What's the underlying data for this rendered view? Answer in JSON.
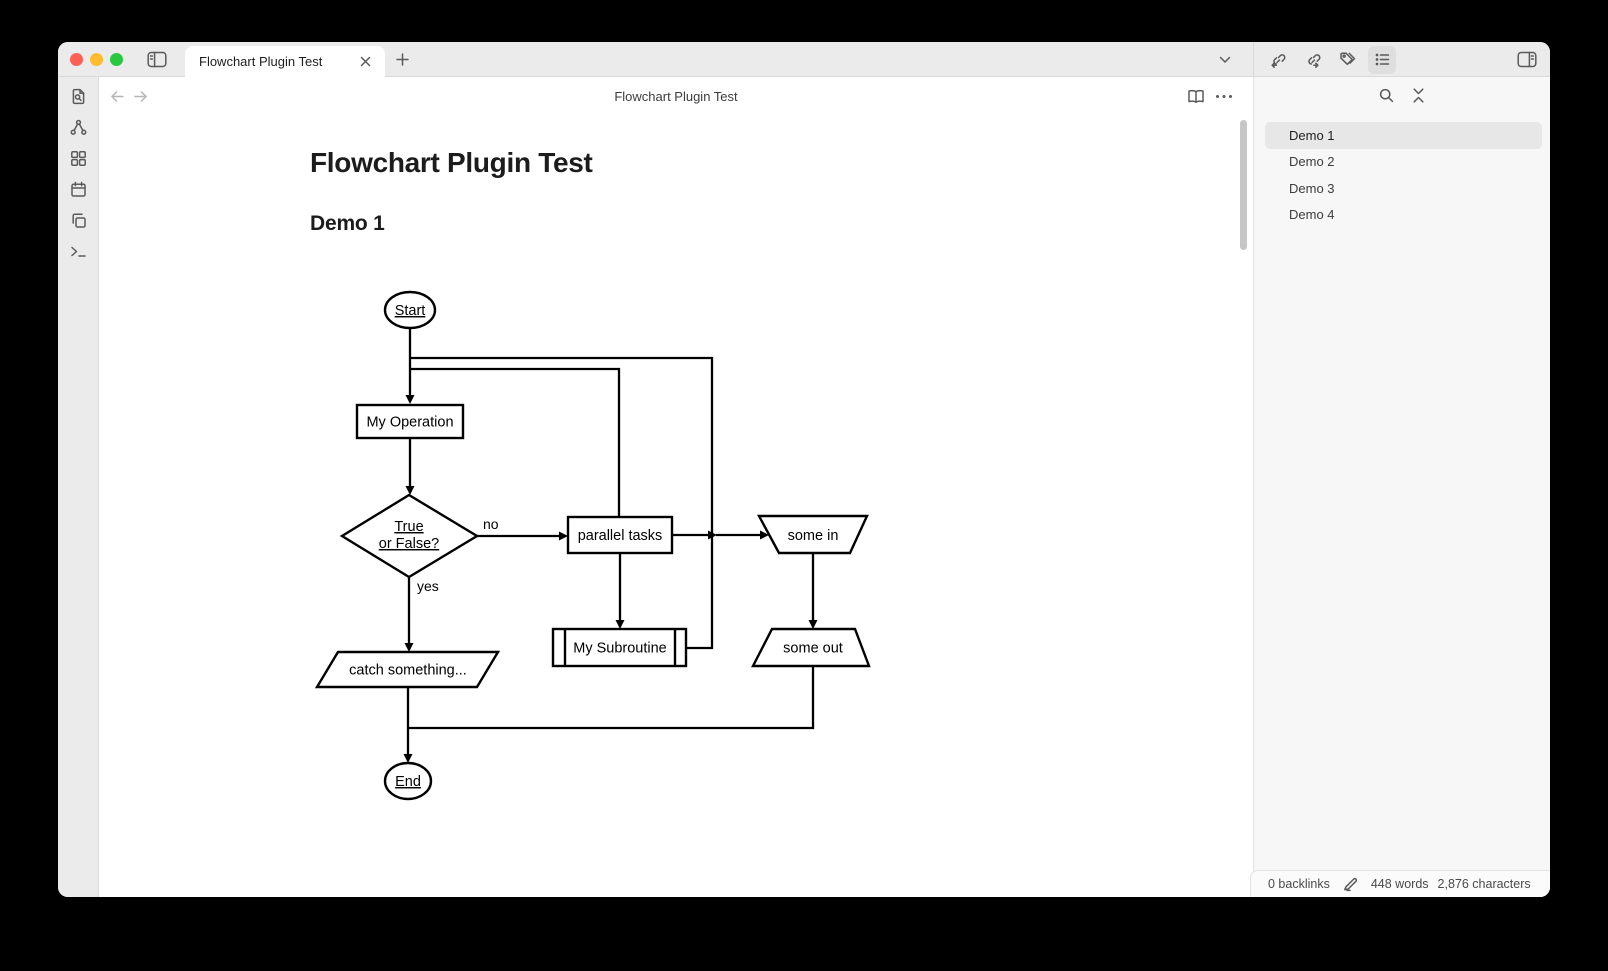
{
  "colors": {
    "traffic_red": "#ff5f57",
    "traffic_yellow": "#febc2e",
    "traffic_green": "#28c840",
    "active_icon_bg": "#dfdfdf",
    "selection_bg": "#e7e7e7"
  },
  "tab_bar": {
    "tab_title": "Flowchart Plugin Test"
  },
  "header": {
    "title": "Flowchart Plugin Test"
  },
  "document": {
    "h1": "Flowchart Plugin Test",
    "h2": "Demo 1"
  },
  "flowchart": {
    "nodes": {
      "start": "Start",
      "operation": "My Operation",
      "condition_line1": "True",
      "condition_line2": "or False?",
      "parallel": "parallel tasks",
      "subroutine": "My Subroutine",
      "input": "some in",
      "output": "some out",
      "catch": "catch something...",
      "end": "End"
    },
    "edge_labels": {
      "yes": "yes",
      "no": "no"
    }
  },
  "outline": {
    "items": [
      "Demo 1",
      "Demo 2",
      "Demo 3",
      "Demo 4"
    ],
    "active_item": "Demo 1"
  },
  "status_bar": {
    "backlinks": "0 backlinks",
    "words": "448 words",
    "characters": "2,876 characters"
  }
}
